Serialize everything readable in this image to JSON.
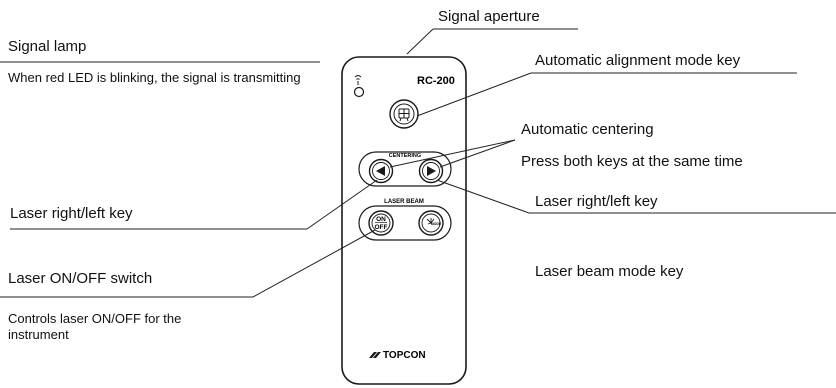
{
  "callouts": {
    "signal_aperture": "Signal aperture",
    "signal_lamp": "Signal lamp",
    "signal_lamp_desc": "When red LED is blinking, the signal is transmitting",
    "auto_alignment": "Automatic alignment mode key",
    "auto_centering": "Automatic centering",
    "auto_centering_desc": "Press both keys at the same time",
    "laser_rl_left": "Laser right/left key",
    "laser_rl_right": "Laser right/left key",
    "laser_onoff": "Laser ON/OFF switch",
    "laser_onoff_desc": "Controls laser ON/OFF for the instrument",
    "laser_beam_mode": "Laser beam mode key"
  },
  "remote": {
    "model": "RC-200",
    "centering_label": "CENTERING",
    "laser_beam_label": "LASER BEAM",
    "on_text": "ON",
    "off_text": "OFF",
    "beam_key_text": "MODE",
    "brand": "TOPCON"
  },
  "colors": {
    "line": "#222222",
    "body_outline": "#1a1a1a"
  },
  "icons": [
    "signal-lamp-icon",
    "alignment-icon",
    "left-arrow-icon",
    "right-arrow-icon",
    "laser-beam-icon",
    "topcon-logo-icon"
  ]
}
